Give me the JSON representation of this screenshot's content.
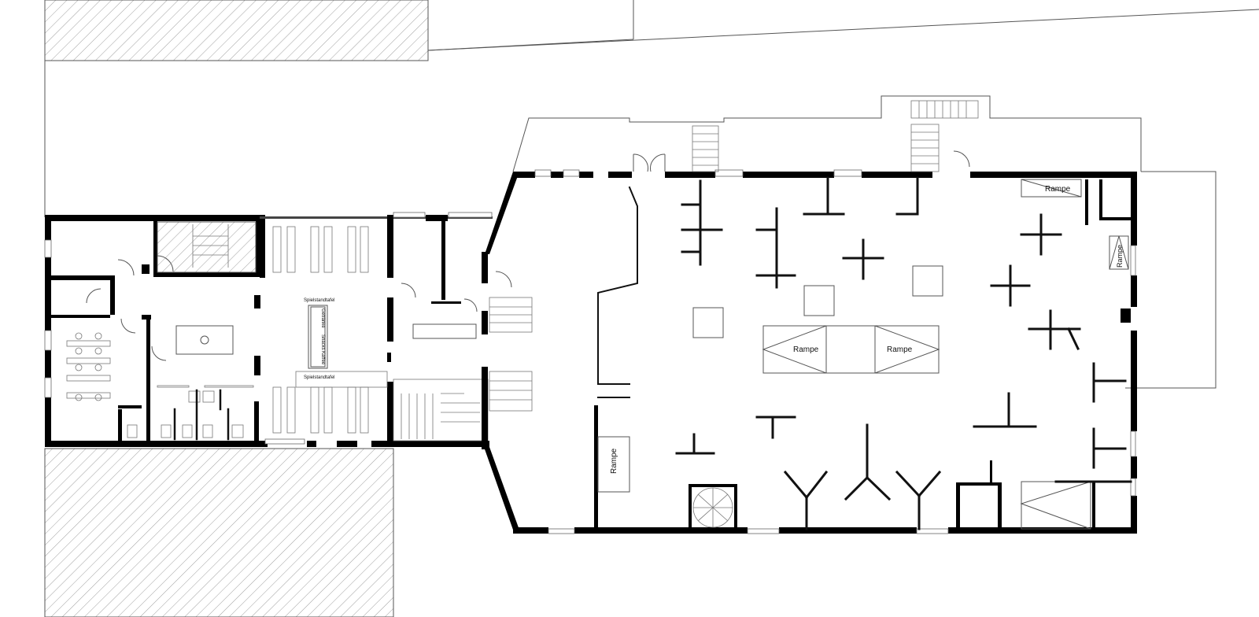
{
  "floor_plan": {
    "labels": {
      "rampe_top_right": "Rampe",
      "rampe_right_vertical": "Rampe",
      "rampe_center_left": "Rampe",
      "rampe_center_right": "Rampe",
      "rampe_left_vertical": "Rampe",
      "scoreboard_top": "Spielstandtafel",
      "scoreboard_bottom": "Spielstandtafel",
      "counter_drinks": "Getränke",
      "counter_snacks": "Snacks",
      "counter_coffee": "Kaffee"
    }
  }
}
